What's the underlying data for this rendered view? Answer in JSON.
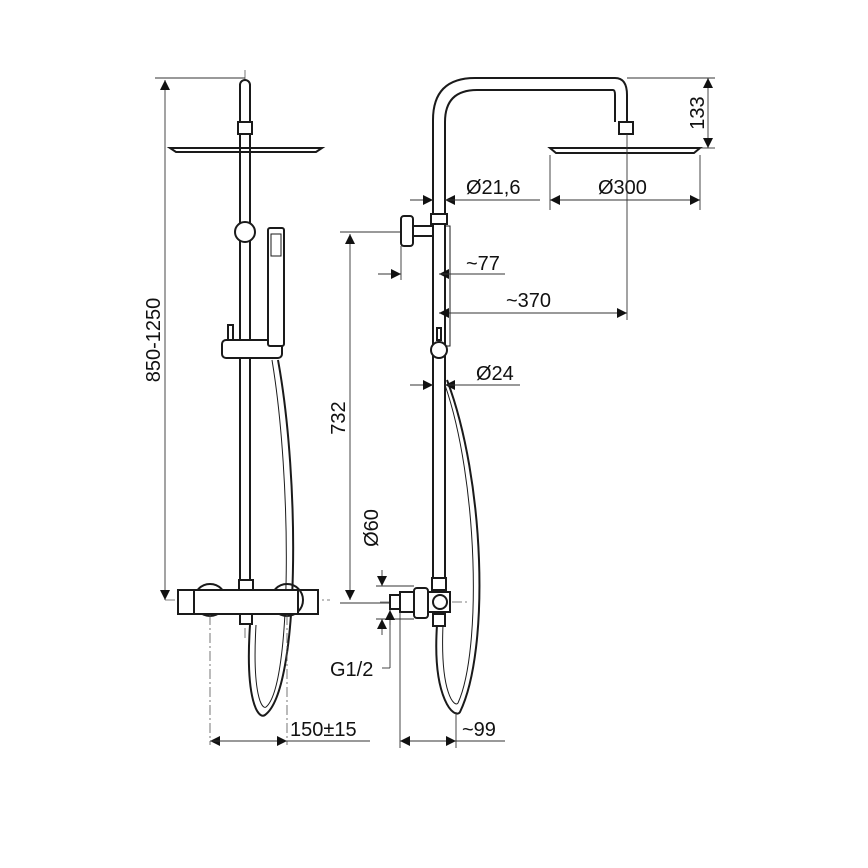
{
  "dimensions": {
    "height_range": "850-1250",
    "valve_height": "732",
    "rosette_diameter": "Ø60",
    "thread": "G1/2",
    "inlet_spacing": "150±15",
    "wall_depth": "~99",
    "pipe_diameter_upper": "Ø21,6",
    "head_diameter": "Ø300",
    "head_drop": "133",
    "knob_offset": "~77",
    "arm_reach": "~370",
    "pipe_diameter_lower": "Ø24"
  }
}
